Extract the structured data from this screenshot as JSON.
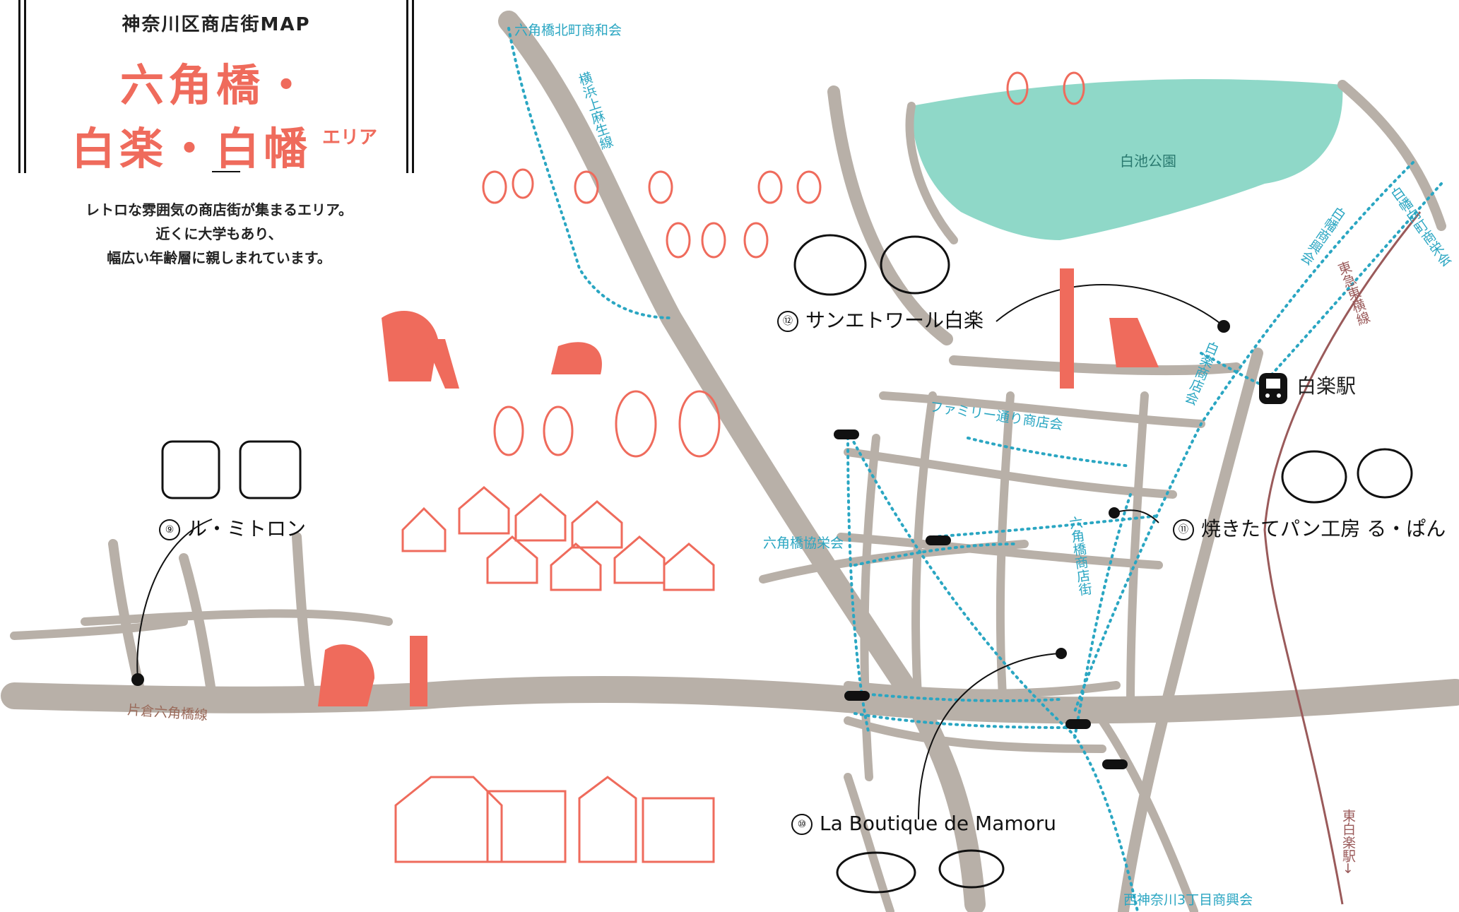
{
  "header": {
    "subtitle": "神奈川区商店街MAP",
    "title_line1": "六角橋・",
    "title_line2": "白楽・白幡",
    "title_suffix": "エリア",
    "description": [
      "レトロな雰囲気の商店街が集まるエリア。",
      "近くに大学もあり、",
      "幅広い年齢層に親しまれています。"
    ]
  },
  "park": {
    "label": "白池公園"
  },
  "station": {
    "label": "白楽駅",
    "icon": "train-icon"
  },
  "streets": {
    "kitarokkaku": "六角橋北町商和会",
    "yokohama_kamiasao": "横浜上麻生線",
    "family": "ファミリー通り商店会",
    "rokkaku_kyoei": "六角橋協栄会",
    "rokkaku_shotengai": "六角橋商店街",
    "hakuraku": "白楽商店会",
    "hakuhata": "白幡商興会",
    "hakuhata_mukai": "白幡向町商栄会",
    "nishikanagawa": "西神奈川3丁目商興会",
    "katakura": "片倉六角橋線"
  },
  "railway": {
    "line_label": "東急東横線",
    "direction_label": "東白楽駅→"
  },
  "shops": [
    {
      "number": "⑨",
      "name": "ル・ミトロン"
    },
    {
      "number": "⑩",
      "name": "La Boutique de Mamoru"
    },
    {
      "number": "⑪",
      "name": "焼きたてパン工房 る・ぱん"
    },
    {
      "number": "⑫",
      "name": "サンエトワール白楽"
    }
  ],
  "colors": {
    "accent": "#ef6b5c",
    "road": "#b8b0a8",
    "park": "#8fd8c8",
    "street_label": "#2aa6c2",
    "rail": "#9a5a5a"
  }
}
